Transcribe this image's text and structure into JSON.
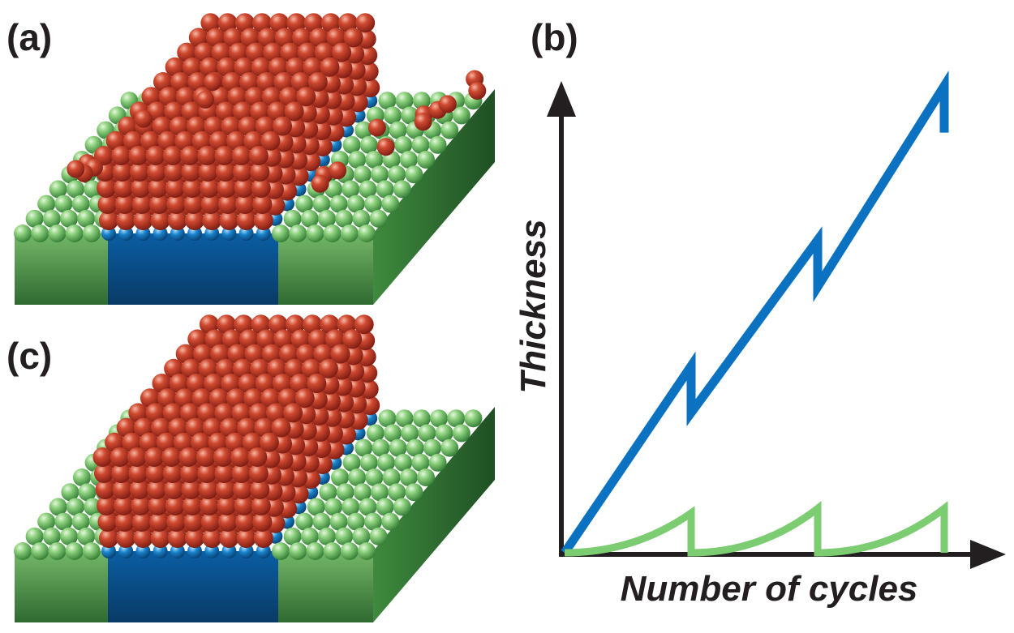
{
  "panels": {
    "a": {
      "label": "(a)"
    },
    "b": {
      "label": "(b)"
    },
    "c": {
      "label": "(c)"
    }
  },
  "graph": {
    "ylabel": "Thickness",
    "xlabel": "Number of cycles"
  },
  "colors": {
    "substrate_green": "#7cc576",
    "substrate_green_dark": "#2e6b34",
    "pattern_blue": "#0d6db5",
    "pattern_blue_dark": "#0a3f6e",
    "deposit_red": "#c0392b",
    "deposit_red_dark": "#7a1a12",
    "curve_blue": "#0a72c0",
    "curve_green": "#7ccc72",
    "axis": "#231f20"
  },
  "chart_data": {
    "type": "line",
    "xlabel": "Number of cycles",
    "ylabel": "Thickness",
    "grid": false,
    "series": [
      {
        "color": "#0a72c0",
        "x": [
          0,
          1,
          1,
          2,
          2,
          3,
          3
        ],
        "y": [
          0,
          0.4,
          0.3,
          0.67,
          0.57,
          1.0,
          0.9
        ]
      },
      {
        "color": "#7ccc72",
        "x": [
          0,
          1,
          1,
          2,
          2,
          3,
          3
        ],
        "y": [
          0,
          0.085,
          0,
          0.095,
          0,
          0.095,
          0
        ]
      }
    ]
  }
}
